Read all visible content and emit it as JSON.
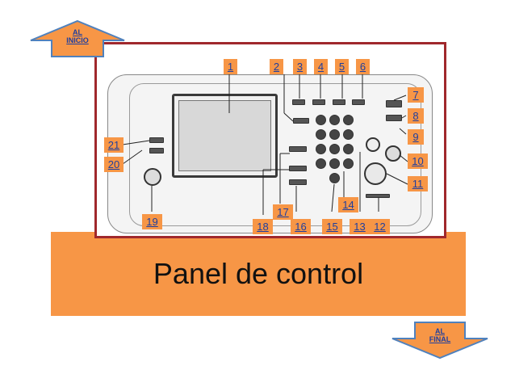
{
  "title": "Panel de control",
  "nav": {
    "top": {
      "line1": "AL",
      "line2": "INICIO"
    },
    "bottom": {
      "line1": "AL",
      "line2": "FINAL"
    }
  },
  "callouts": [
    "1",
    "2",
    "3",
    "4",
    "5",
    "6",
    "7",
    "8",
    "9",
    "10",
    "11",
    "12",
    "13",
    "14",
    "15",
    "16",
    "17",
    "18",
    "19",
    "20",
    "21"
  ],
  "colors": {
    "accent": "#f79646",
    "frame": "#a0282c",
    "link": "#1f3f9f",
    "arrow": "#4f81bd"
  }
}
